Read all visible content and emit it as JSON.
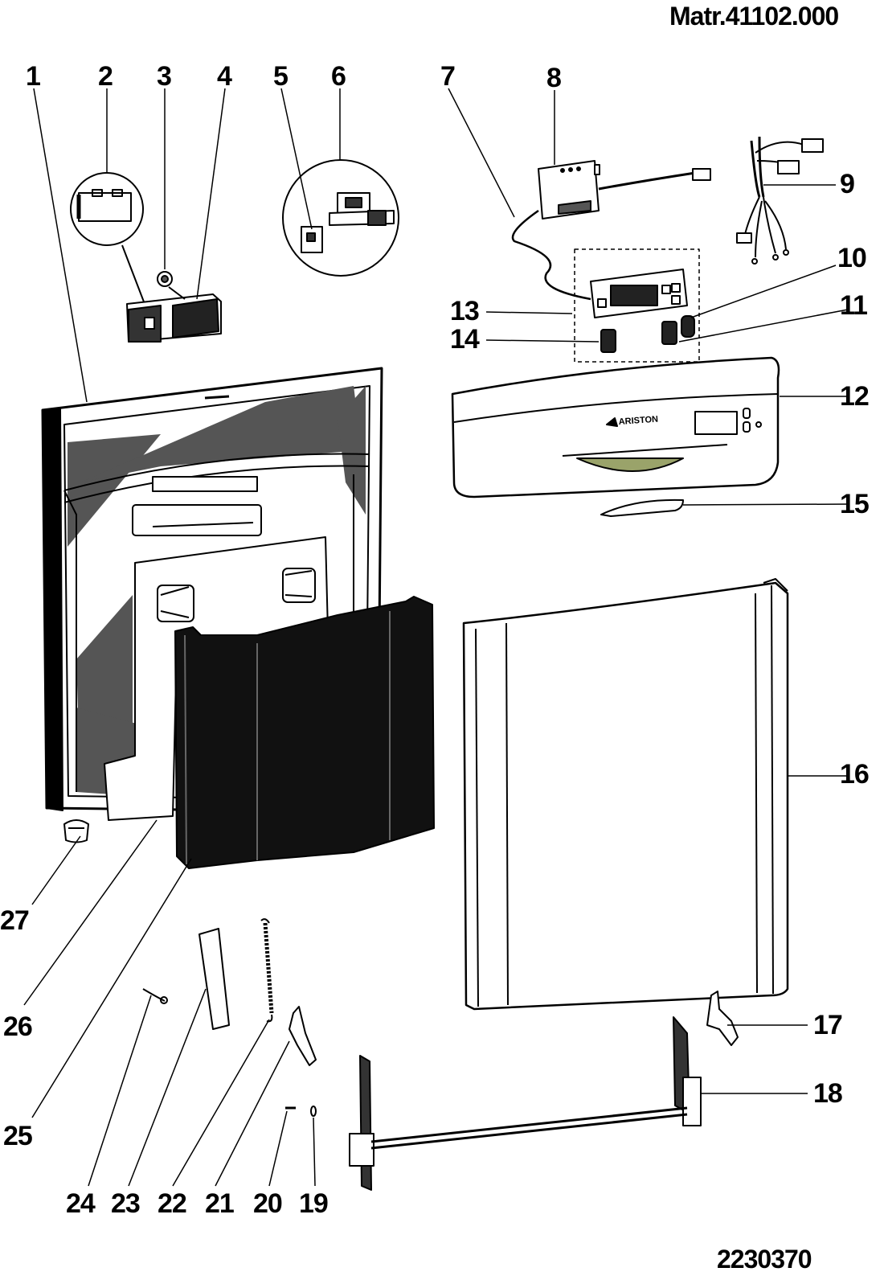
{
  "header": {
    "matr": "Matr.41102.000"
  },
  "footer": {
    "code": "2230370"
  },
  "brand": {
    "logo_text": "ARISTON"
  },
  "callouts": {
    "c1": "1",
    "c2": "2",
    "c3": "3",
    "c4": "4",
    "c5": "5",
    "c6": "6",
    "c7": "7",
    "c8": "8",
    "c9": "9",
    "c10": "10",
    "c11": "11",
    "c12": "12",
    "c13": "13",
    "c14": "14",
    "c15": "15",
    "c16": "16",
    "c17": "17",
    "c18": "18",
    "c19": "19",
    "c20": "20",
    "c21": "21",
    "c22": "22",
    "c23": "23",
    "c24": "24",
    "c25": "25",
    "c26": "26",
    "c27": "27"
  },
  "colors": {
    "ink": "#000000",
    "paper": "#ffffff",
    "shade": "#555555",
    "display_green": "#9aa36a"
  }
}
